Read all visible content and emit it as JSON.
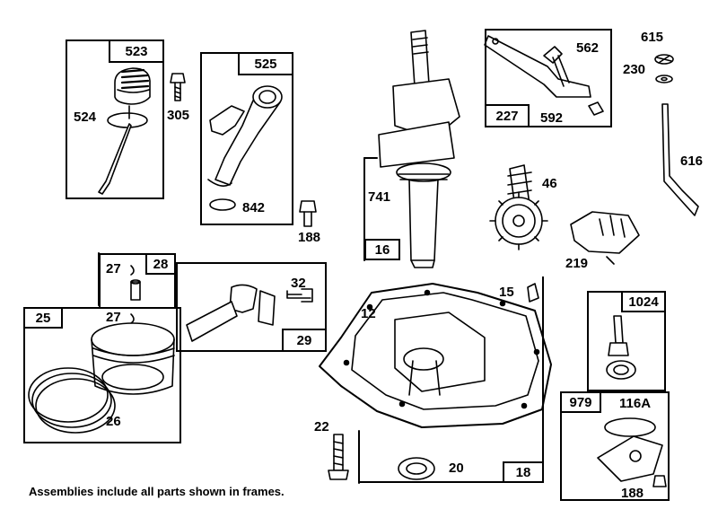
{
  "footer_note": "Assemblies include all parts shown in frames.",
  "frames": {
    "f523": "523",
    "f525": "525",
    "f227": "227",
    "f16": "16",
    "f28": "28",
    "f29": "29",
    "f25": "25",
    "f18": "18",
    "f1024": "1024",
    "f979": "979"
  },
  "parts": {
    "p524": "524",
    "p305": "305",
    "p842": "842",
    "p188a": "188",
    "p741": "741",
    "p562": "562",
    "p592": "592",
    "p615": "615",
    "p230": "230",
    "p616": "616",
    "p46": "46",
    "p219": "219",
    "p27a": "27",
    "p27b": "27",
    "p32": "32",
    "p26": "26",
    "p12": "12",
    "p15": "15",
    "p22": "22",
    "p20": "20",
    "p116A": "116A",
    "p188b": "188"
  }
}
